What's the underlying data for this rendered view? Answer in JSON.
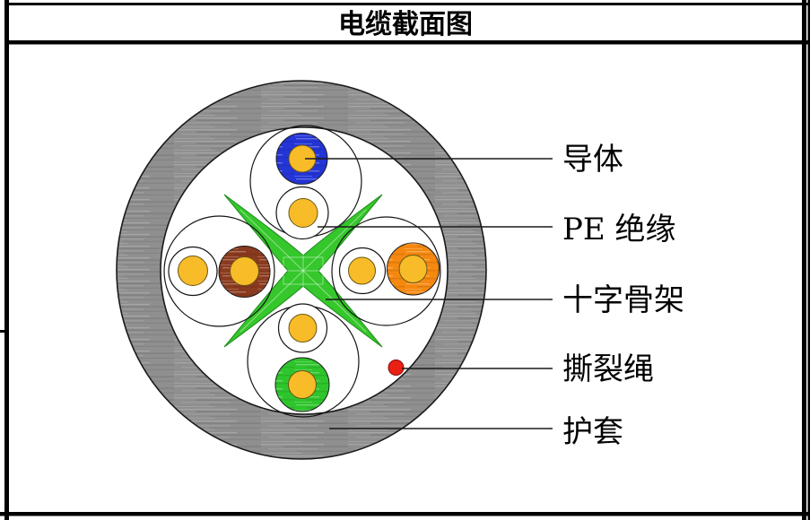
{
  "title": "电缆截面图",
  "diagram": {
    "labels": {
      "conductor": "导体",
      "pe_insulation": "PE 绝缘",
      "cross_skeleton": "十字骨架",
      "rip_cord": "撕裂绳",
      "sheath": "护套"
    },
    "colors": {
      "conductor": "#F7BC28",
      "insulation_white": "#FFFFFF",
      "insulation_blue": "#2335D6",
      "insulation_brown": "#8A3A1E",
      "insulation_orange": "#F5880F",
      "insulation_green": "#2EC52C",
      "cross_skeleton": "#35C72B",
      "rip_cord": "#EA2015",
      "sheath_gray": "#8F8F8F"
    }
  }
}
